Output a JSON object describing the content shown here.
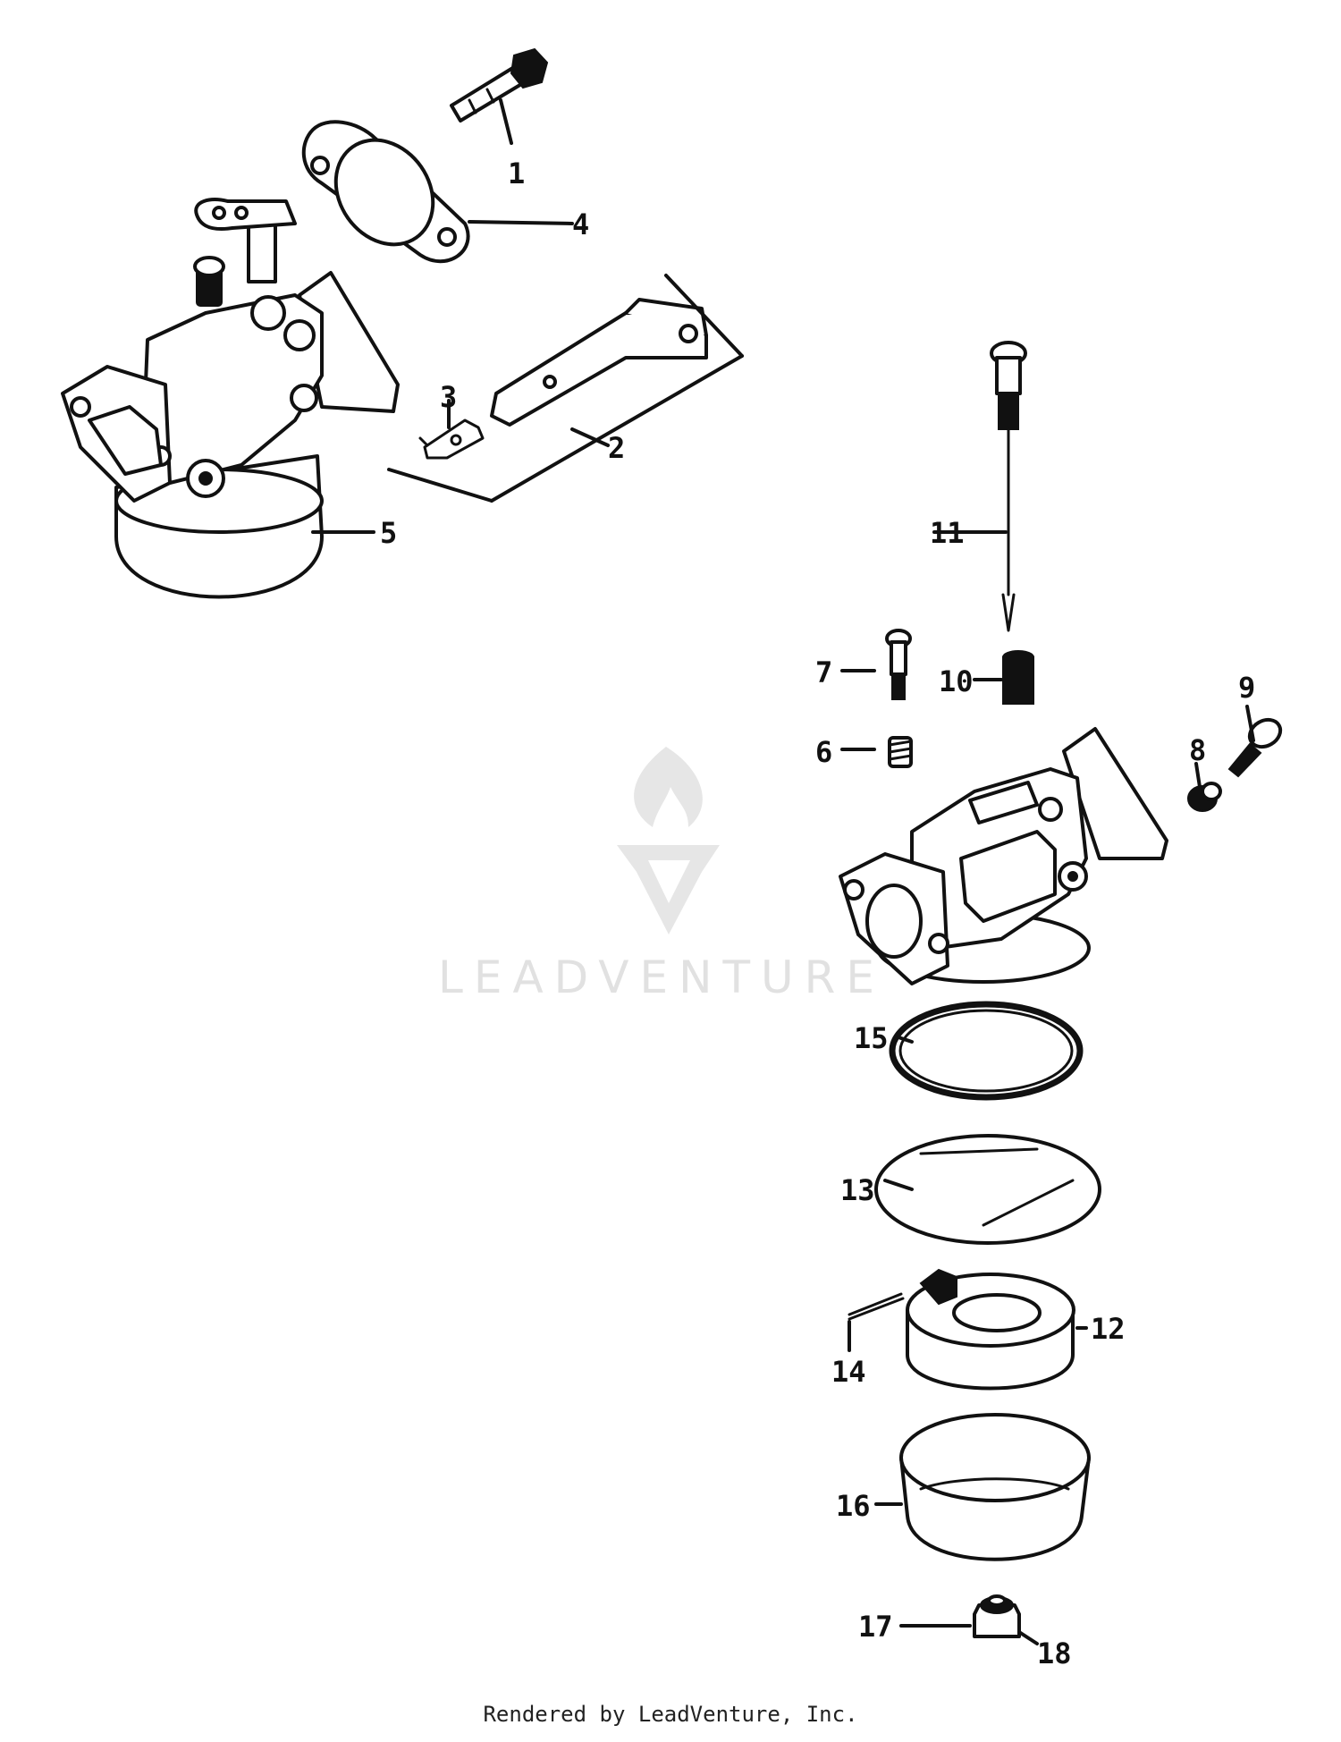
{
  "watermark": {
    "text": "LEADVENTURE"
  },
  "footer": {
    "text": "Rendered by LeadVenture, Inc."
  },
  "callouts": {
    "c1": "1",
    "c2": "2",
    "c3": "3",
    "c4": "4",
    "c5": "5",
    "c6": "6",
    "c7": "7",
    "c8": "8",
    "c9": "9",
    "c10": "10",
    "c11": "11",
    "c12": "12",
    "c13": "13",
    "c14": "14",
    "c15": "15",
    "c16": "16",
    "c17": "17",
    "c18": "18"
  }
}
